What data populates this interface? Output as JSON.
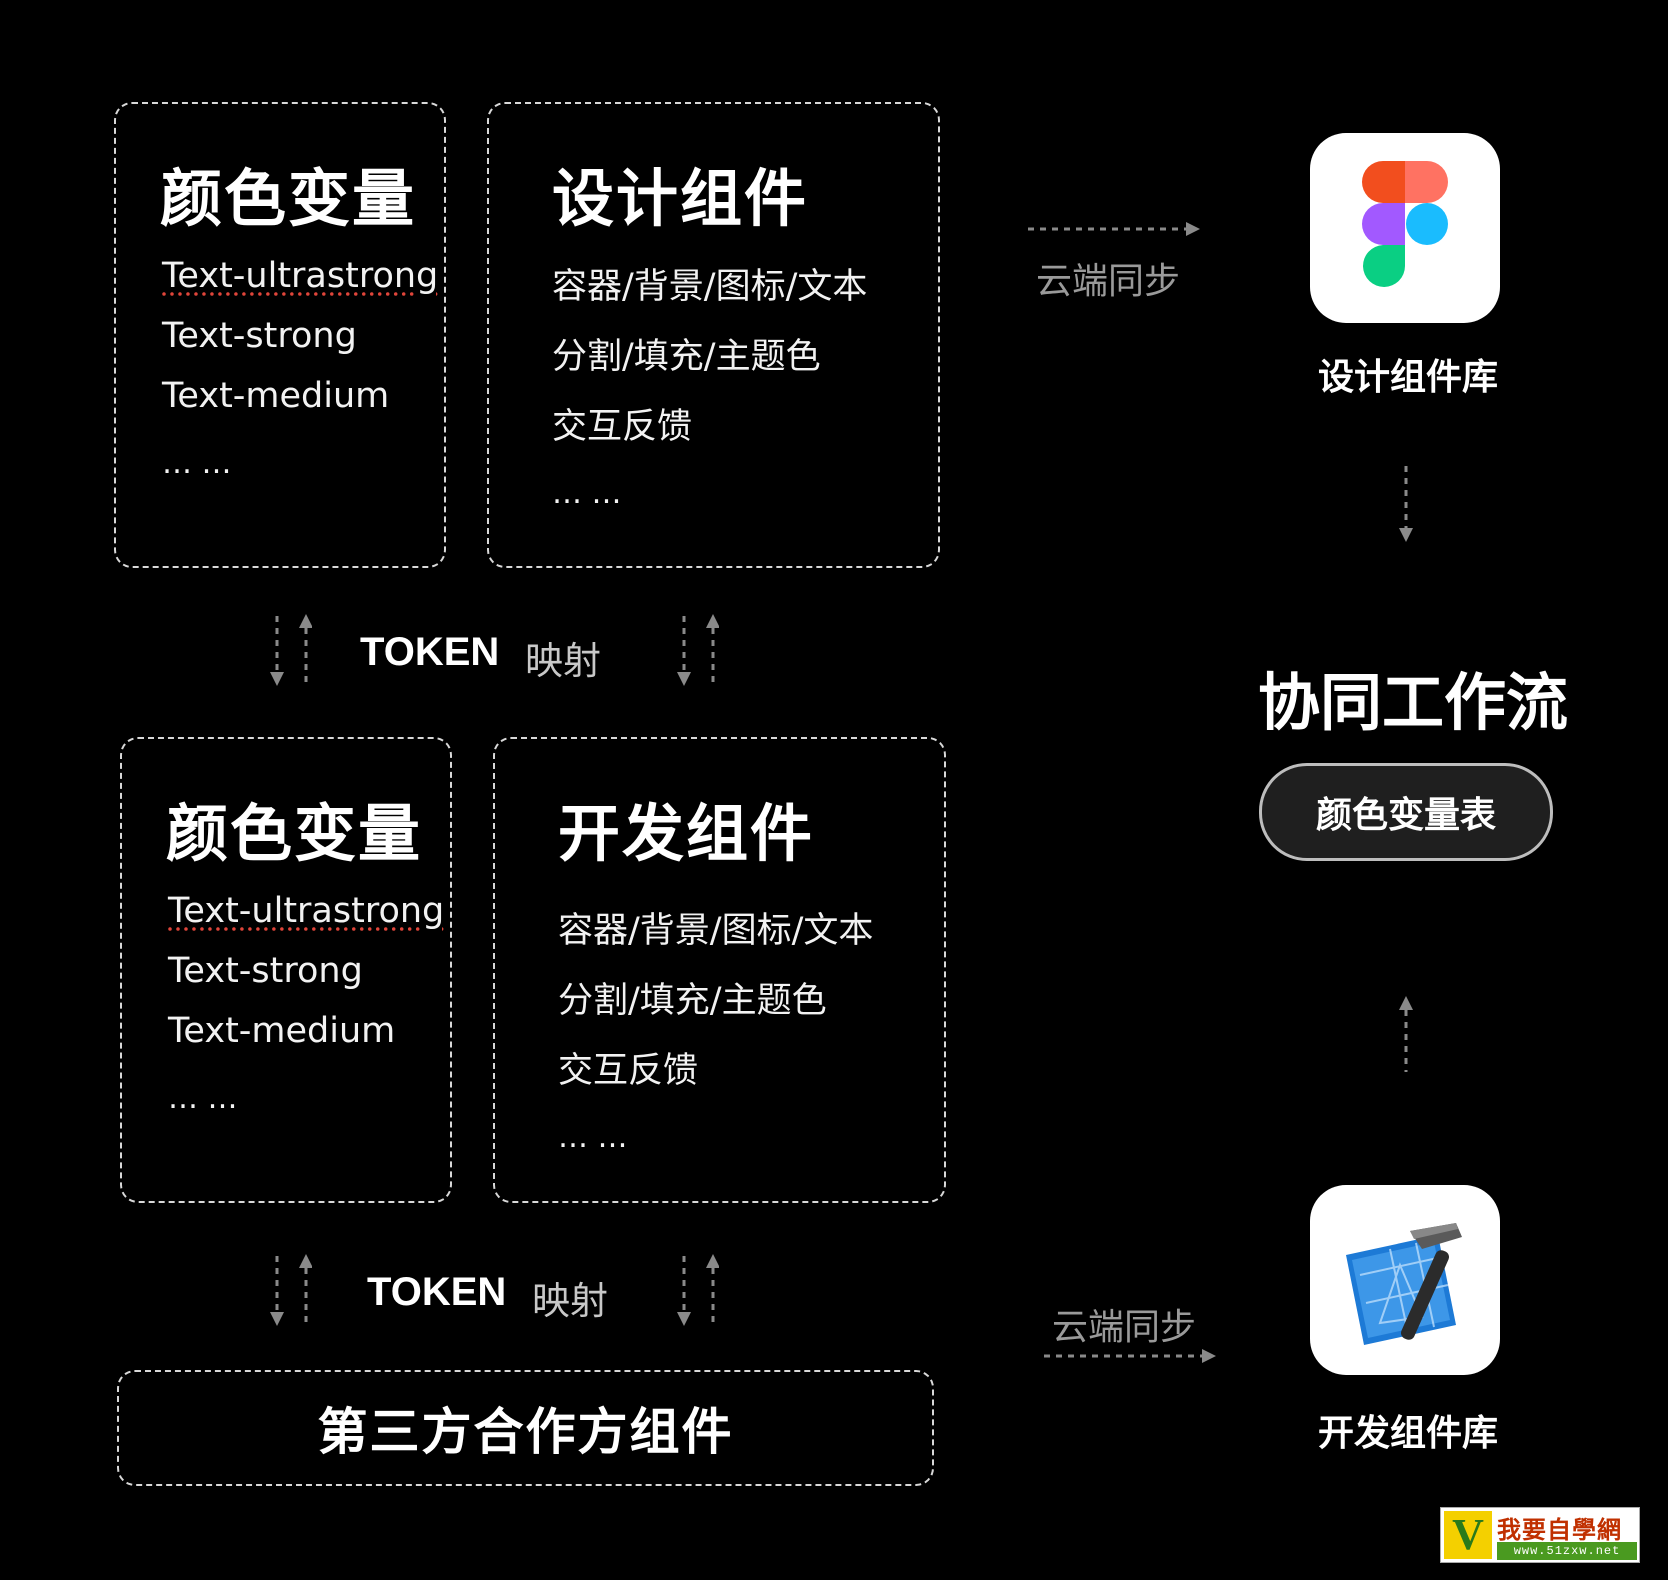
{
  "design_side": {
    "color_vars": {
      "title": "颜色变量",
      "items": [
        "Text-ultrastrong",
        "Text-strong",
        "Text-medium",
        "… …"
      ]
    },
    "components": {
      "title": "设计组件",
      "items": [
        "容器/背景/图标/文本",
        "分割/填充/主题色",
        "交互反馈",
        "… …"
      ]
    }
  },
  "token_mapping": [
    {
      "token": "TOKEN",
      "suffix": "映射"
    },
    {
      "token": "TOKEN",
      "suffix": "映射"
    }
  ],
  "dev_side": {
    "color_vars": {
      "title": "颜色变量",
      "items": [
        "Text-ultrastrong",
        "Text-strong",
        "Text-medium",
        "… …"
      ]
    },
    "components": {
      "title": "开发组件",
      "items": [
        "容器/背景/图标/文本",
        "分割/填充/主题色",
        "交互反馈",
        "… …"
      ]
    }
  },
  "third_party": {
    "label": "第三方合作方组件"
  },
  "sync_top": {
    "label": "云端同步"
  },
  "sync_bottom": {
    "label": "云端同步"
  },
  "design_library": {
    "label": "设计组件库",
    "icon": "figma-icon"
  },
  "dev_library": {
    "label": "开发组件库",
    "icon": "xcode-icon"
  },
  "workflow": {
    "title": "协同工作流",
    "button": "颜色变量表"
  },
  "watermark": {
    "text": "我要自學網",
    "url": "www.51zxw.net",
    "icon": "v-logo"
  },
  "colors": {
    "background": "#000000",
    "dashed_border": "#d8d8d8",
    "secondary_text": "#9a9a9a",
    "figma_red": "#f24e1e",
    "figma_coral": "#ff7262",
    "figma_purple": "#a259ff",
    "figma_blue": "#1abcfe",
    "figma_green": "#0acf83",
    "xcode_blue": "#1d7ad6"
  }
}
